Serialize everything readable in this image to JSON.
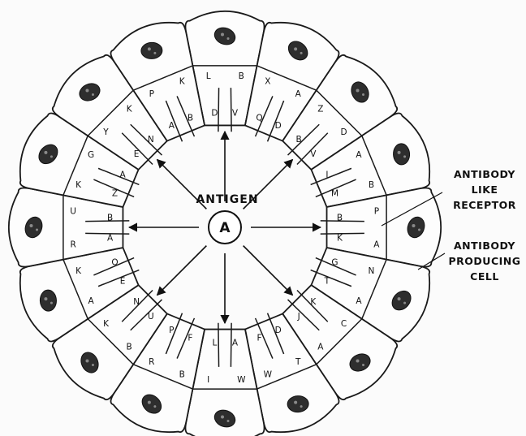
{
  "antigen_label": "ANTIGEN",
  "antigen_symbol": "A",
  "callouts": [
    {
      "lines": [
        "ANTIBODY",
        "LIKE",
        "RECEPTOR"
      ]
    },
    {
      "lines": [
        "ANTIBODY",
        "PRODUCING",
        "CELL"
      ]
    }
  ],
  "cells": [
    {
      "letters": [
        "L",
        "B",
        "D",
        "V"
      ]
    },
    {
      "letters": [
        "X",
        "A",
        "Q",
        "D"
      ]
    },
    {
      "letters": [
        "Z",
        "D",
        "B",
        "V"
      ]
    },
    {
      "letters": [
        "A",
        "B",
        "I",
        "M"
      ]
    },
    {
      "letters": [
        "P",
        "A",
        "B",
        "K"
      ]
    },
    {
      "letters": [
        "N",
        "A",
        "G",
        "T"
      ]
    },
    {
      "letters": [
        "C",
        "A",
        "K",
        "J"
      ]
    },
    {
      "letters": [
        "T",
        "W",
        "D",
        "F"
      ]
    },
    {
      "letters": [
        "W",
        "I",
        "A",
        "L"
      ]
    },
    {
      "letters": [
        "B",
        "R",
        "F",
        "P"
      ]
    },
    {
      "letters": [
        "B",
        "K",
        "U",
        "N"
      ]
    },
    {
      "letters": [
        "A",
        "K",
        "E",
        "O"
      ]
    },
    {
      "letters": [
        "R",
        "U",
        "A",
        "B"
      ]
    },
    {
      "letters": [
        "K",
        "G",
        "Z",
        "A"
      ]
    },
    {
      "letters": [
        "Y",
        "K",
        "E",
        "N"
      ]
    },
    {
      "letters": [
        "P",
        "K",
        "A",
        "B"
      ]
    }
  ]
}
